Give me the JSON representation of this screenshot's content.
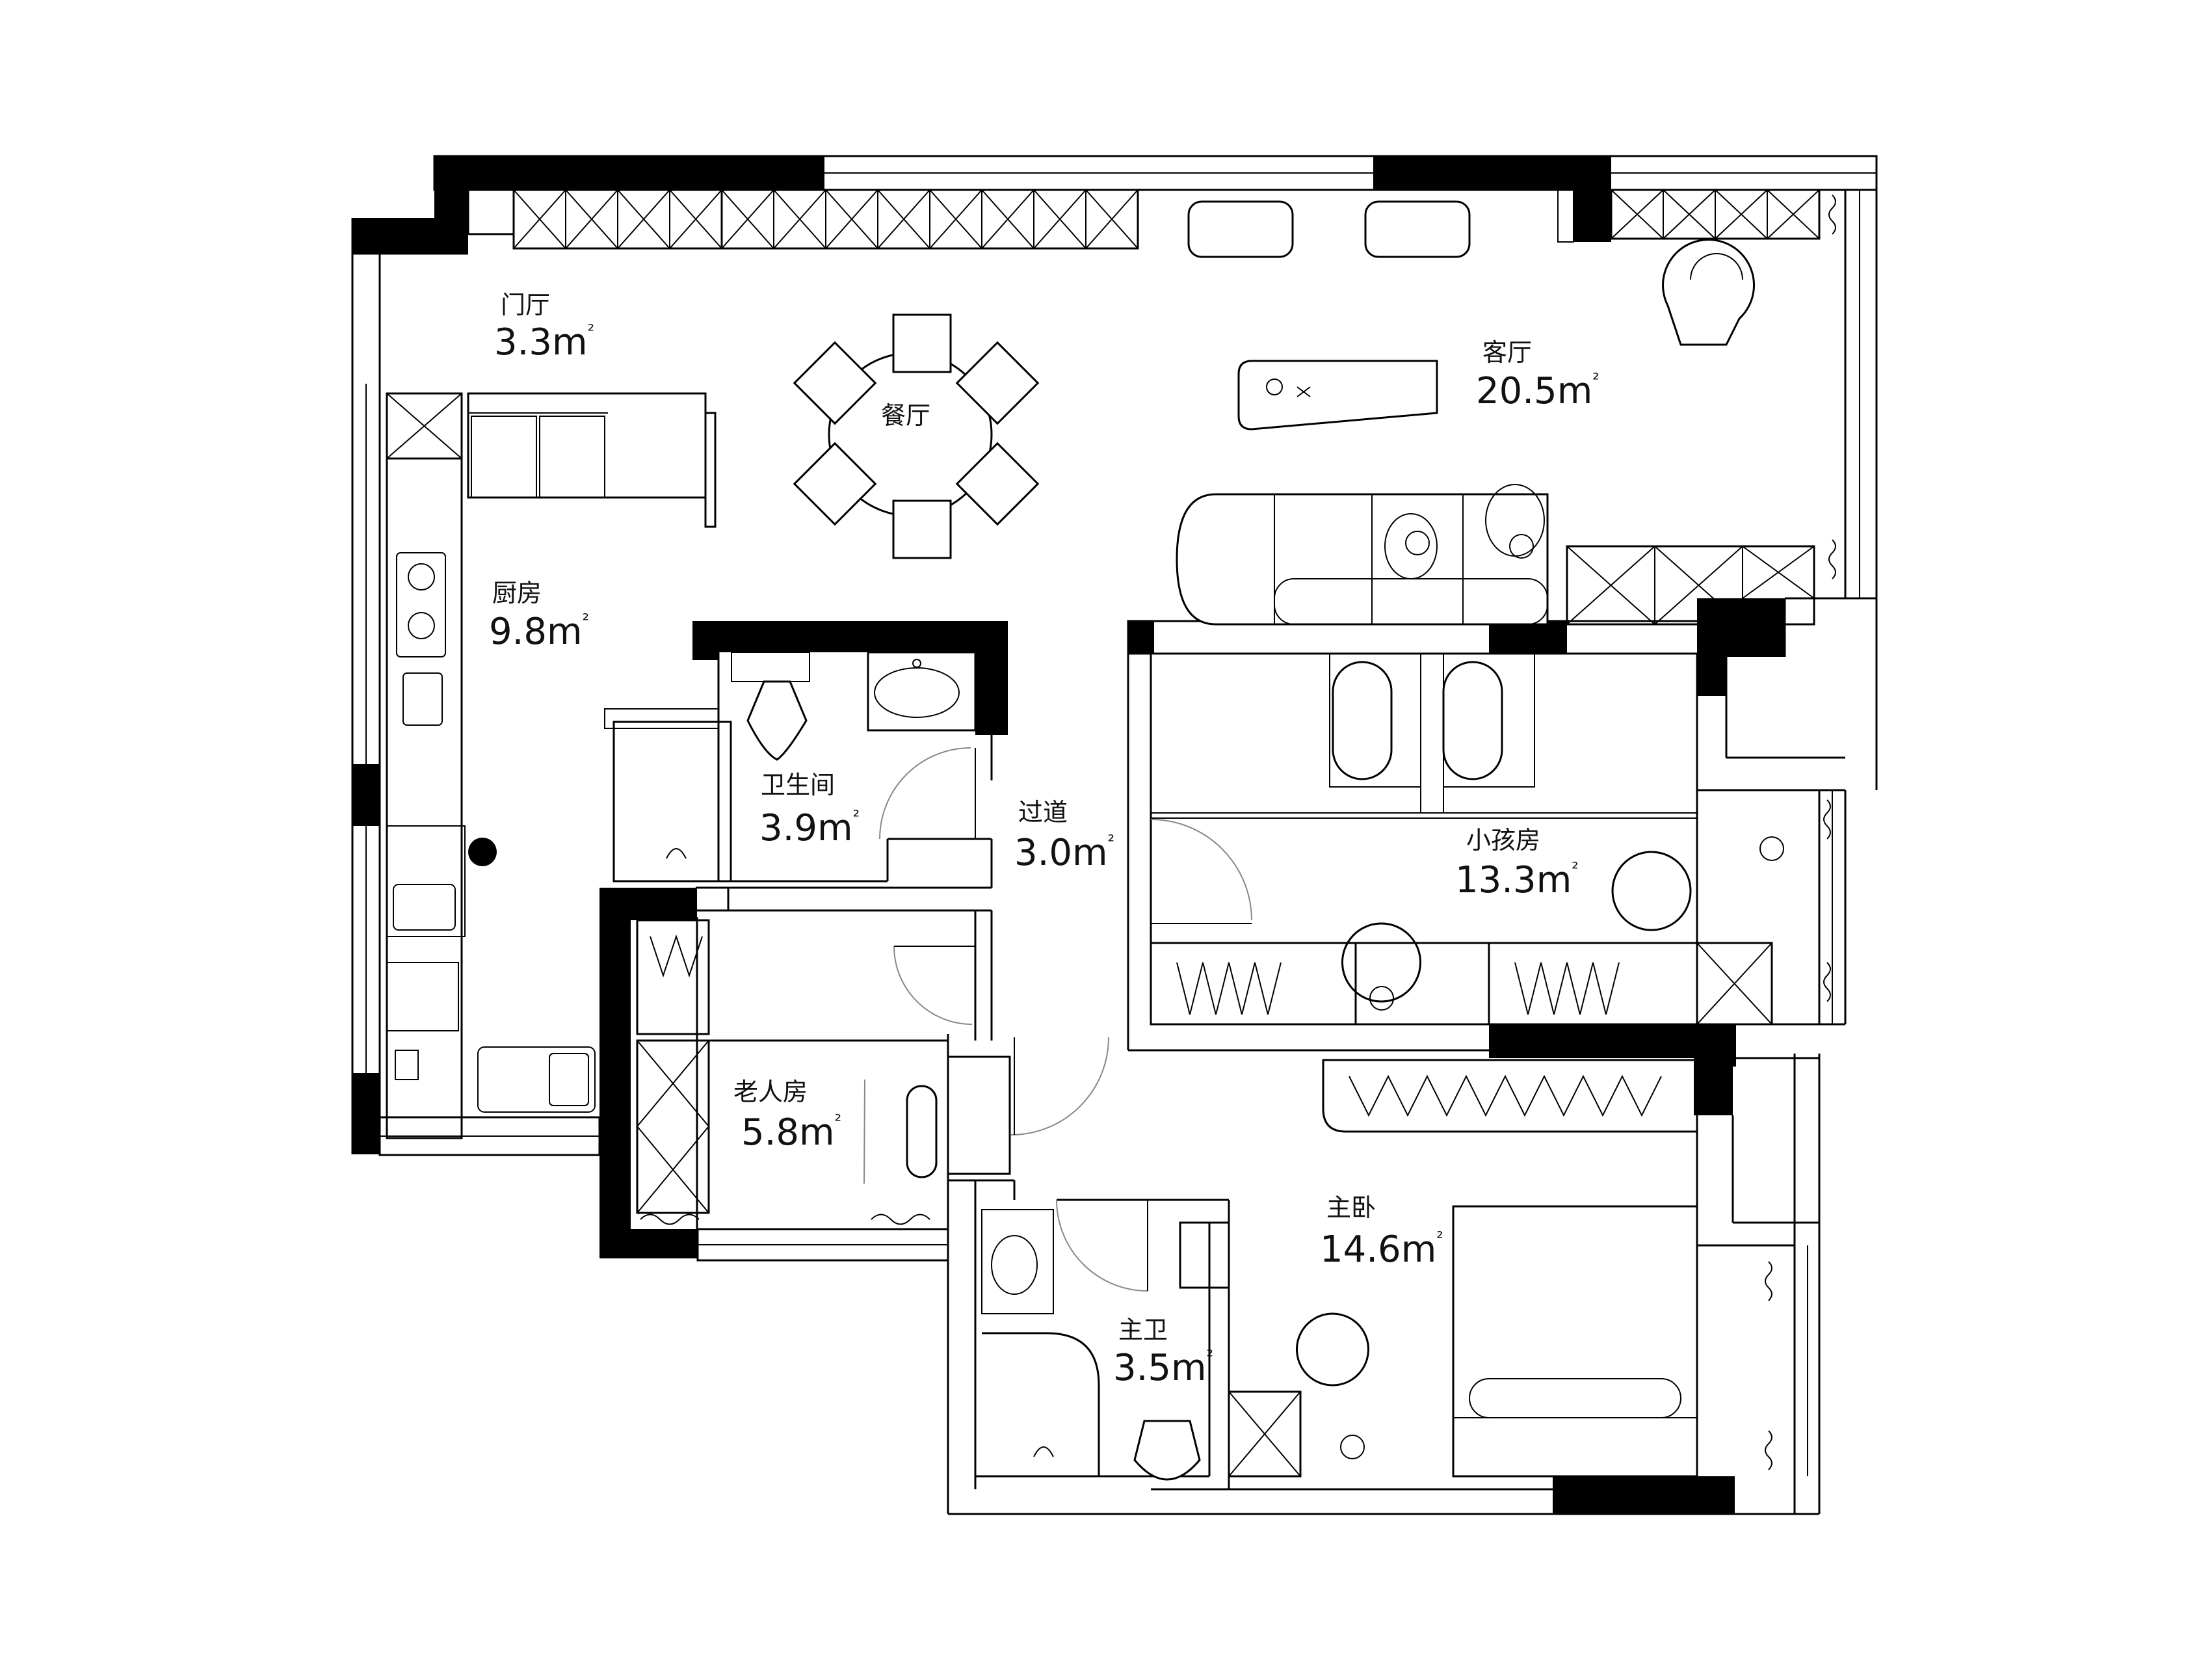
{
  "rooms": [
    {
      "id": "entrance",
      "name": "门厅",
      "area": "3.3m",
      "sup": "²"
    },
    {
      "id": "dining",
      "name": "餐厅"
    },
    {
      "id": "living",
      "name": "客厅",
      "area": "20.5m",
      "sup": "²"
    },
    {
      "id": "kitchen",
      "name": "厨房",
      "area": "9.8m",
      "sup": "²"
    },
    {
      "id": "bathroom",
      "name": "卫生间",
      "area": "3.9m",
      "sup": "²"
    },
    {
      "id": "corridor",
      "name": "过道",
      "area": "3.0m",
      "sup": "²"
    },
    {
      "id": "kids",
      "name": "小孩房",
      "area": "13.3m",
      "sup": "²"
    },
    {
      "id": "elder",
      "name": "老人房",
      "area": "5.8m",
      "sup": "²"
    },
    {
      "id": "master",
      "name": "主卧",
      "area": "14.6m",
      "sup": "²"
    },
    {
      "id": "master_bath",
      "name": "主卫",
      "area": "3.5m",
      "sup": "²"
    }
  ]
}
